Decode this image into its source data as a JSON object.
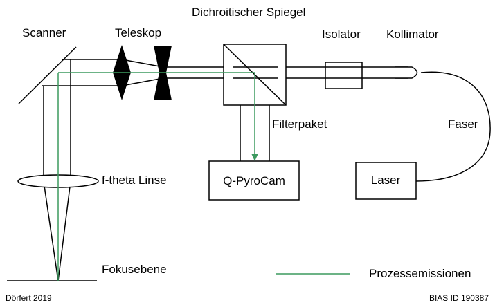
{
  "labels": {
    "dichroic_mirror": "Dichroitischer Spiegel",
    "scanner": "Scanner",
    "telescope": "Teleskop",
    "isolator": "Isolator",
    "collimator": "Kollimator",
    "filter_package": "Filterpaket",
    "fiber": "Faser",
    "f_theta_lens": "f-theta Linse",
    "pyrocam": "Q-PyroCam",
    "laser": "Laser",
    "focal_plane": "Fokusebene",
    "legend_process_emissions": "Prozessemissionen"
  },
  "footer": {
    "author": "Dörfert 2019",
    "id": "BIAS ID 190387"
  },
  "colors": {
    "line": "#000000",
    "emission": "#3c9a5f"
  }
}
